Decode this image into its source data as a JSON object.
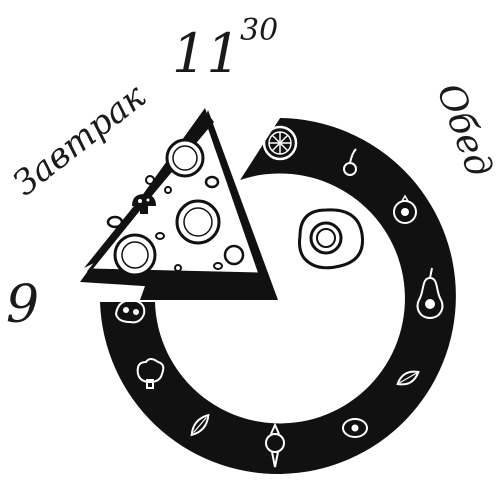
{
  "labels": {
    "breakfast": "Завтрак",
    "lunch": "Обед",
    "time_start": "9",
    "time_mid_hour": "11",
    "time_mid_minutes": "30"
  },
  "colors": {
    "ink": "#111111",
    "paper": "#ffffff"
  },
  "icons": [
    "lemon-slice-icon",
    "cherry-icon",
    "tomato-icon",
    "pear-icon",
    "leaf-icon",
    "egg-icon",
    "carrot-icon",
    "almond-icon",
    "broccoli-icon",
    "olives-icon",
    "fried-egg-icon",
    "pizza-slice-icon",
    "mushroom-icon"
  ]
}
